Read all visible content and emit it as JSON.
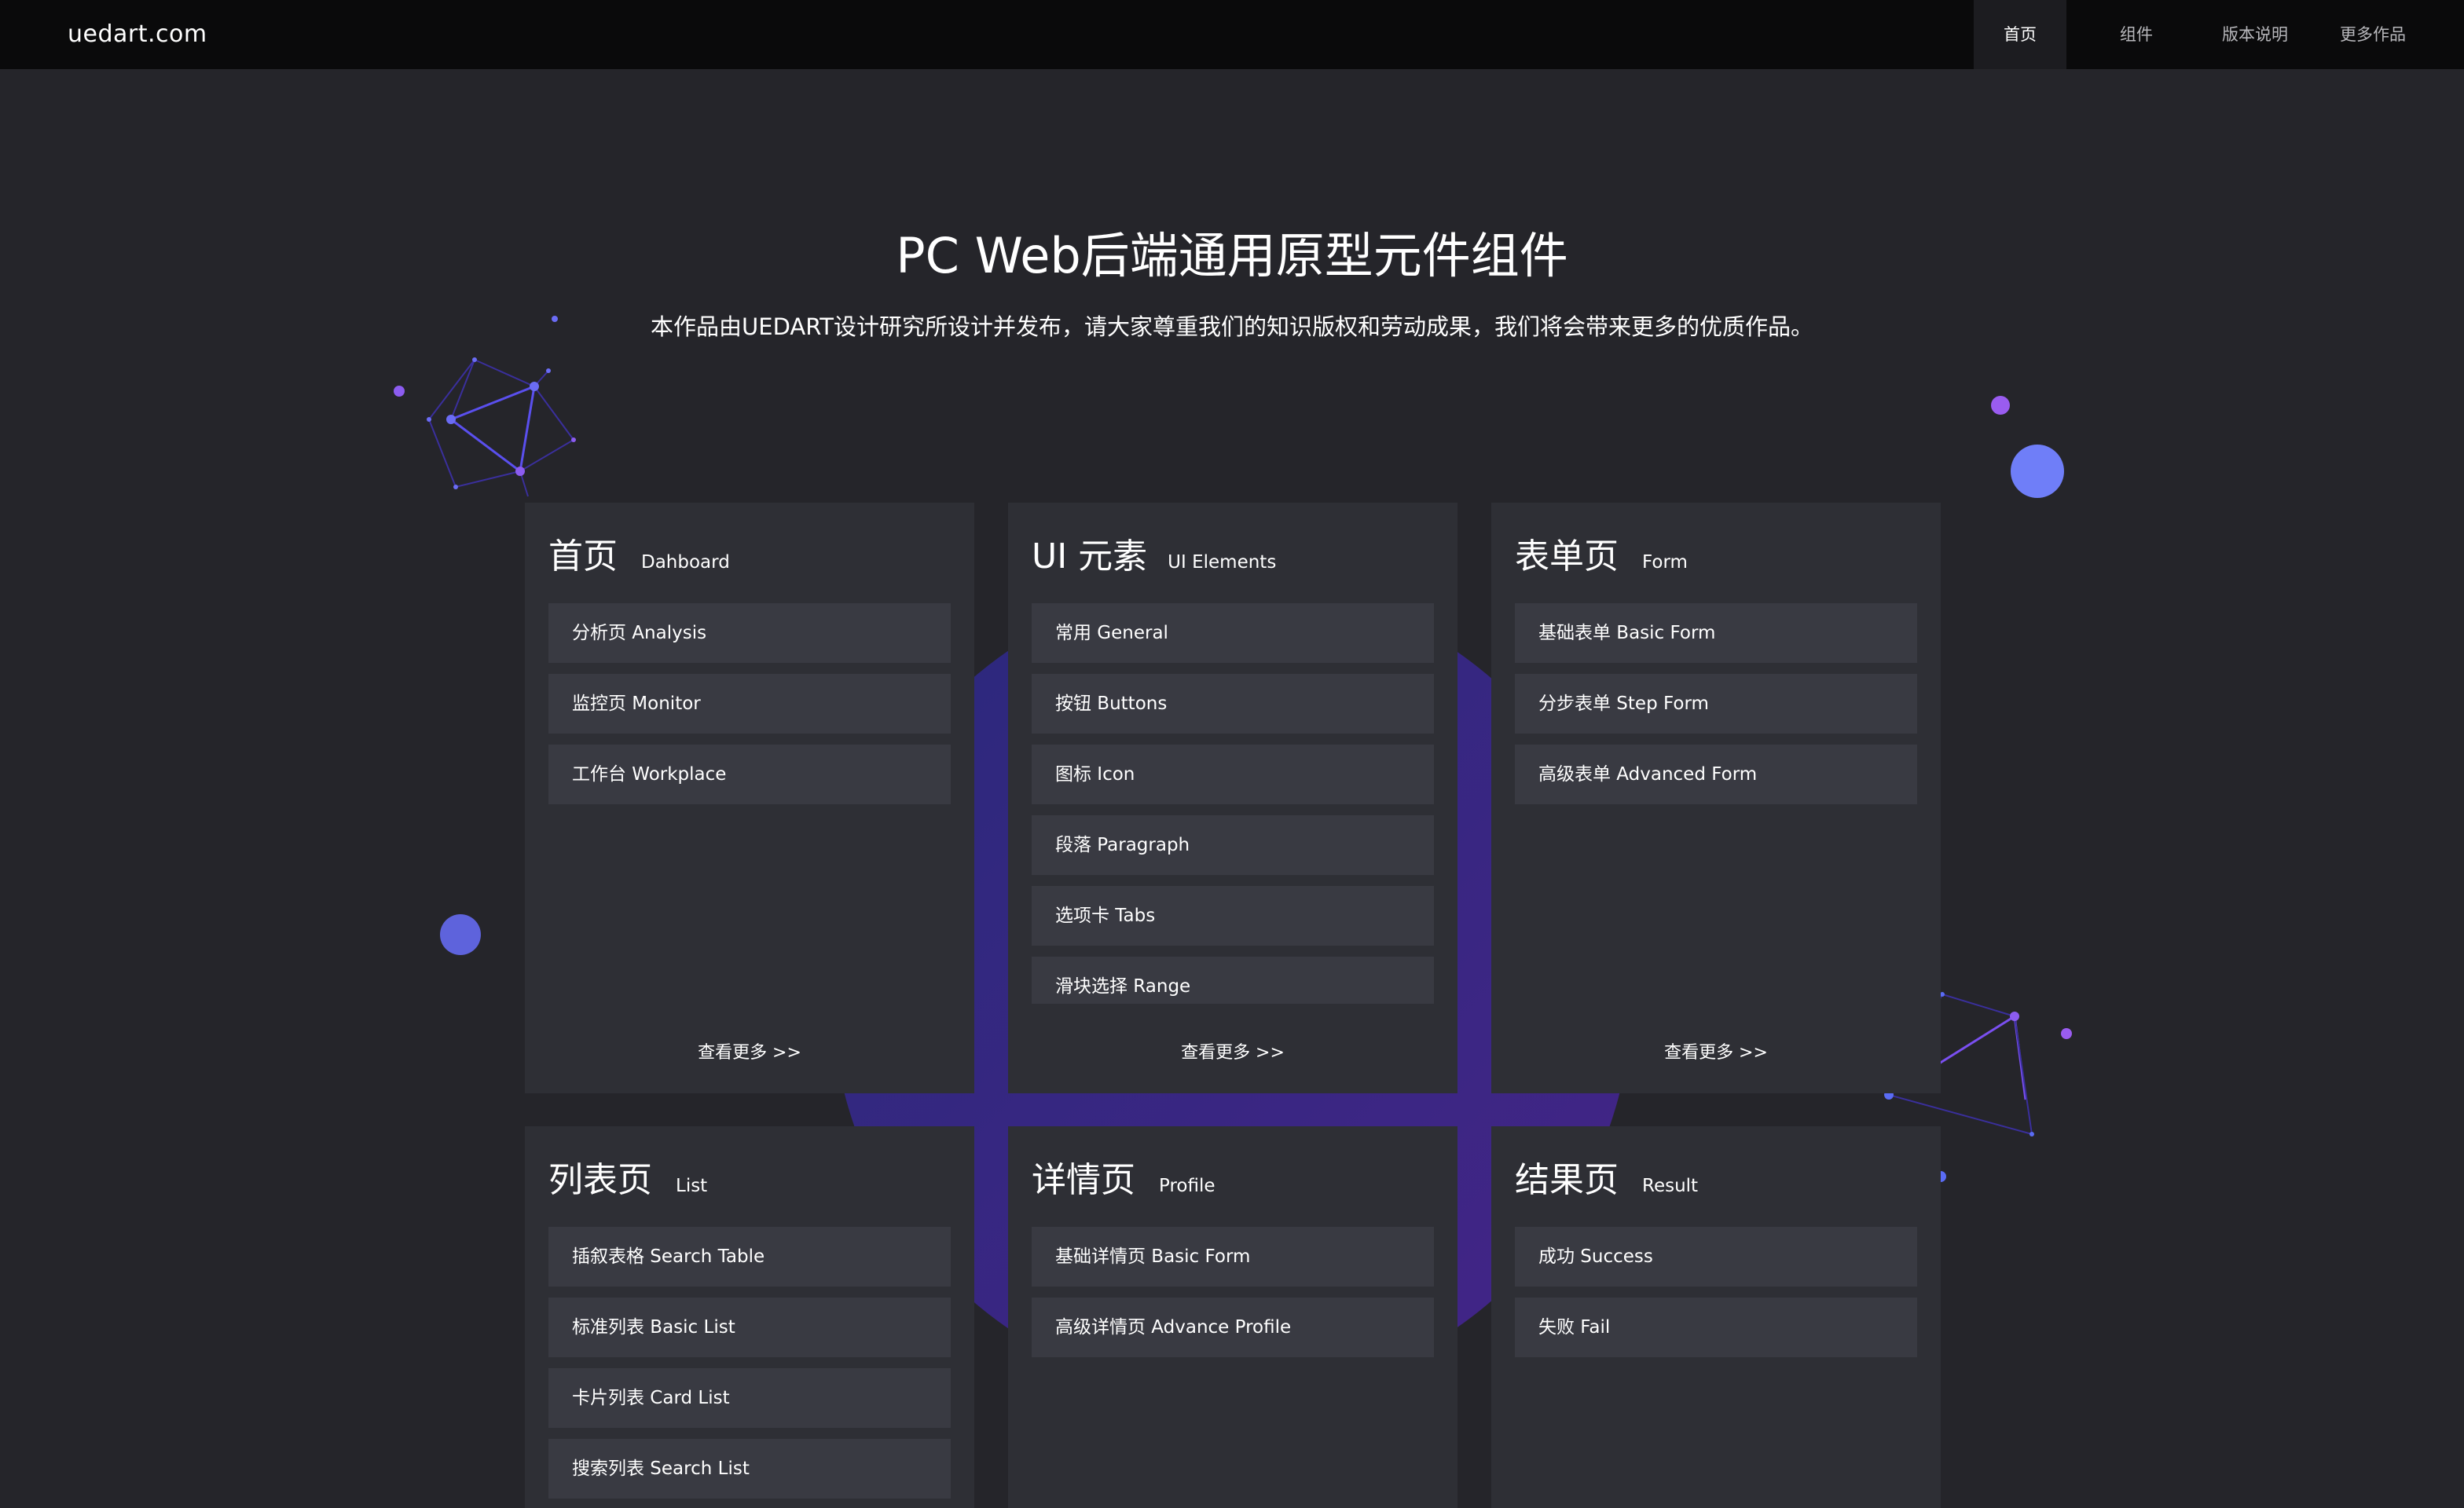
{
  "header": {
    "brand": "uedart.com",
    "nav": [
      {
        "label": "首页",
        "active": true
      },
      {
        "label": "组件",
        "active": false
      },
      {
        "label": "版本说明",
        "active": false
      },
      {
        "label": "更多作品",
        "active": false
      }
    ]
  },
  "hero": {
    "title": "PC Web后端通用原型元件组件",
    "subtitle": "本作品由UEDART设计研究所设计并发布，请大家尊重我们的知识版权和劳动成果，我们将会带来更多的优质作品。"
  },
  "cards": [
    {
      "title": "首页",
      "subtitle": "Dahboard",
      "items": [
        "分析页 Analysis",
        "监控页 Monitor",
        "工作台 Workplace"
      ],
      "more": "查看更多 >>"
    },
    {
      "title": "UI 元素",
      "subtitle": "UI Elements",
      "items": [
        "常用 General",
        "按钮 Buttons",
        "图标 Icon",
        "段落 Paragraph",
        "选项卡 Tabs",
        "滑块选择 Range"
      ],
      "more": "查看更多 >>"
    },
    {
      "title": "表单页",
      "subtitle": "Form",
      "items": [
        "基础表单 Basic Form",
        "分步表单 Step Form",
        "高级表单 Advanced Form"
      ],
      "more": "查看更多 >>"
    },
    {
      "title": "列表页",
      "subtitle": "List",
      "items": [
        "插叙表格 Search Table",
        "标准列表 Basic List",
        "卡片列表 Card List",
        "搜索列表 Search List"
      ]
    },
    {
      "title": "详情页",
      "subtitle": "Profile",
      "items": [
        "基础详情页 Basic Form",
        "高级详情页 Advance Profile"
      ]
    },
    {
      "title": "结果页",
      "subtitle": "Result",
      "items": [
        "成功 Success",
        "失败 Fail"
      ]
    }
  ],
  "colors": {
    "background": "#25252a",
    "topbar": "#0a0a0b",
    "card": "#2e2f35",
    "card_item": "#393a42",
    "accent_blue": "#6b74f0",
    "accent_purple": "#8c5cf0"
  }
}
